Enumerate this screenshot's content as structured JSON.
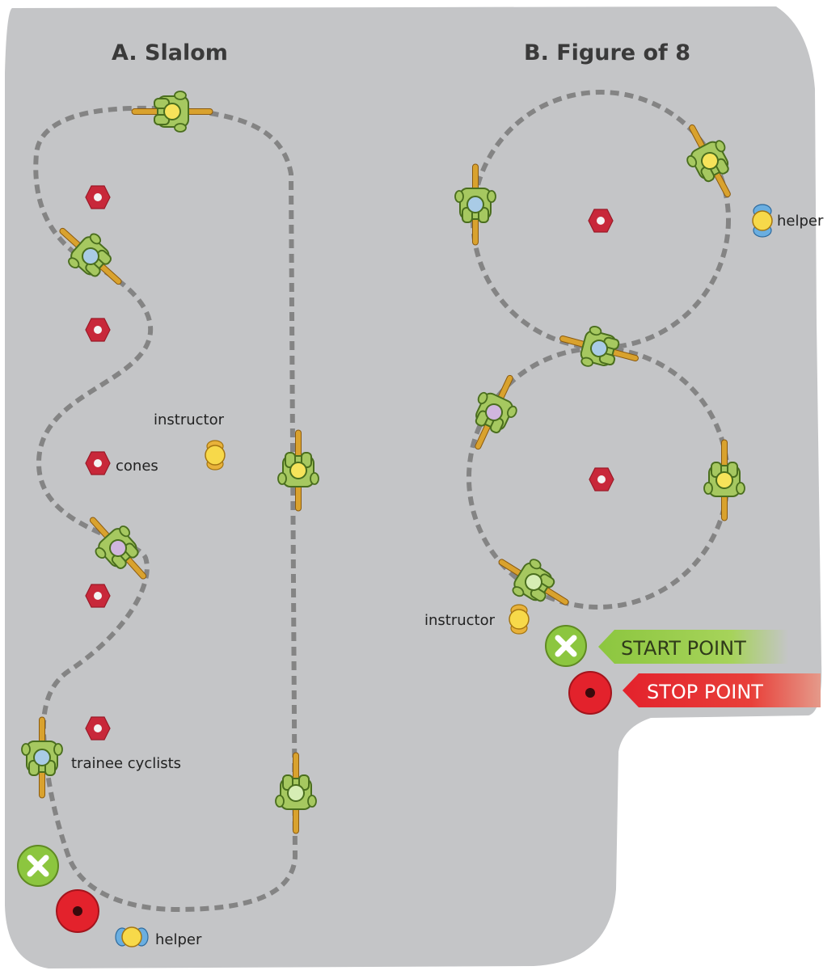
{
  "titles": {
    "slalom": "A. Slalom",
    "figure8": "B. Figure of 8"
  },
  "labels": {
    "instructor_a": "instructor",
    "cones": "cones",
    "trainee_cyclists": "trainee cyclists",
    "helper_a": "helper",
    "helper_b": "helper",
    "instructor_b": "instructor"
  },
  "signs": {
    "start": "START POINT",
    "stop": "STOP POINT"
  },
  "colors": {
    "ground": "#c4c5c7",
    "path": "#848484",
    "cone": "#c8283a",
    "start": "#8cc63f",
    "stop": "#e3222c",
    "rider_body": "#a6c860",
    "rider_outline": "#4a6e1e",
    "bike": "#d9a22e",
    "helmet_yellow": "#f6e35a",
    "helmet_blue": "#a9cbe6",
    "helmet_purple": "#d0b6de",
    "helmet_green": "#d6edb4",
    "person_yellow": "#f7d94a",
    "person_blue": "#6aaee0"
  },
  "icons": {
    "cone": "cone-icon",
    "cyclist": "cyclist-icon",
    "person": "person-icon",
    "start": "start-x-icon",
    "stop": "stop-dot-icon"
  }
}
